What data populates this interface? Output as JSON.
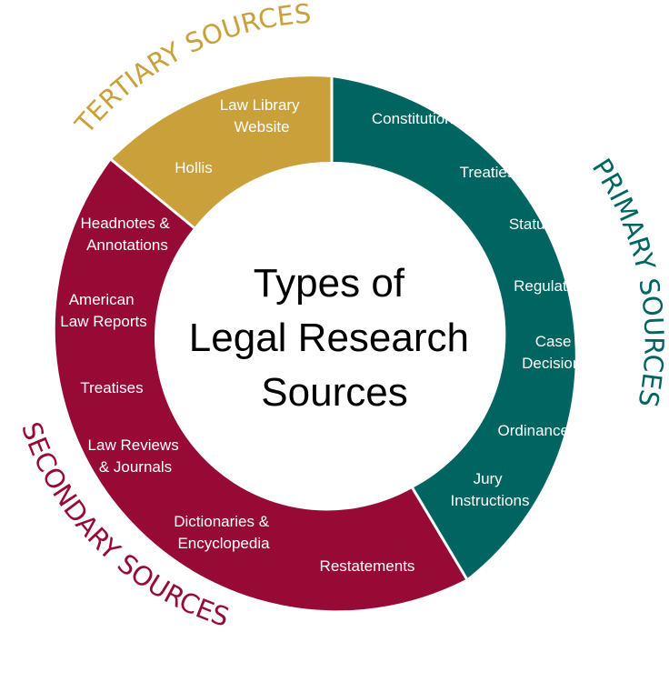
{
  "center": {
    "lines": [
      "Types of",
      "Legal Research",
      "Sources"
    ]
  },
  "categories": {
    "tertiary": {
      "label": "TERTIARY SOURCES",
      "color": "#c9a03a",
      "items": [
        [
          "Law Library",
          "Website"
        ],
        [
          "Hollis"
        ]
      ]
    },
    "primary": {
      "label": "PRIMARY SOURCES",
      "color": "#006461",
      "items": [
        [
          "Constitutions"
        ],
        [
          "Treaties"
        ],
        [
          "Statutes"
        ],
        [
          "Regulations"
        ],
        [
          "Case",
          "Decisions"
        ],
        [
          "Ordinances"
        ],
        [
          "Jury",
          "Instructions"
        ]
      ]
    },
    "secondary": {
      "label": "SECONDARY SOURCES",
      "color": "#970a35",
      "items": [
        [
          "Headnotes &",
          "Annotations"
        ],
        [
          "American",
          "Law Reports"
        ],
        [
          "Treatises"
        ],
        [
          "Law Reviews",
          "& Journals"
        ],
        [
          "Dictionaries &",
          "Encyclopedia"
        ],
        [
          "Restatements"
        ]
      ]
    }
  }
}
